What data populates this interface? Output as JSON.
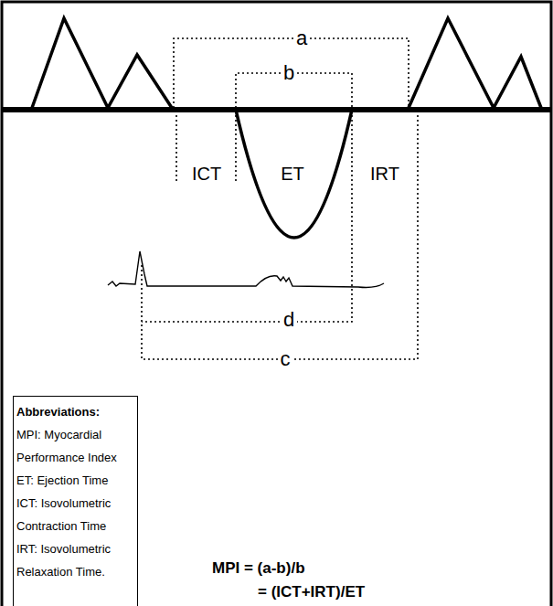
{
  "diagram": {
    "nodes": [
      {
        "text": [
          "Abbreviations:",
          "MPI: Myocardial Performance Index",
          "ET: Ejection Time",
          "ICT: Isovolumetric Contraction Time",
          "IRT: Isovolumetric Relaxation Time."
        ]
      }
    ],
    "labels": [
      "a",
      "b",
      "ICT",
      "ET",
      "IRT",
      "d",
      "c",
      "MPI = (a-b)/b",
      "= (ICT+IRT)/ET"
    ]
  }
}
